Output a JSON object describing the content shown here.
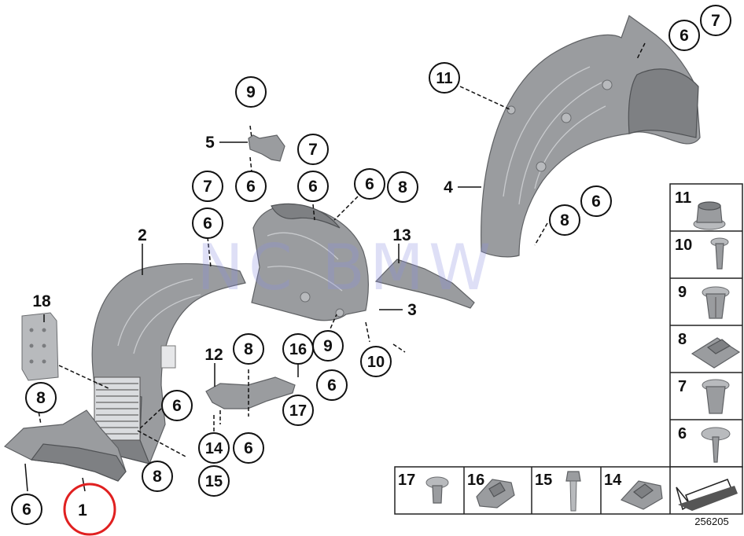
{
  "watermark": "NC BMW",
  "diagram_number": "256205",
  "labels": {
    "l1": "1",
    "l2": "2",
    "l3": "3",
    "l4": "4",
    "l5": "5",
    "l6a": "6",
    "l6b": "6",
    "l6c": "6",
    "l6d": "6",
    "l6e": "6",
    "l6f": "6",
    "l6g": "6",
    "l6h": "6",
    "l6i": "6",
    "l6j": "6",
    "l7a": "7",
    "l7b": "7",
    "l7c": "7",
    "l8a": "8",
    "l8b": "8",
    "l8c": "8",
    "l8d": "8",
    "l8e": "8",
    "l9a": "9",
    "l9b": "9",
    "l10": "10",
    "l11": "11",
    "l12": "12",
    "l13": "13",
    "l14": "14",
    "l15": "15",
    "l16": "16",
    "l17": "17",
    "l18": "18"
  },
  "legend_side": [
    "11",
    "10",
    "9",
    "8",
    "7",
    "6"
  ],
  "legend_bottom": [
    "17",
    "16",
    "15",
    "14"
  ],
  "highlight_color": "#e02020"
}
